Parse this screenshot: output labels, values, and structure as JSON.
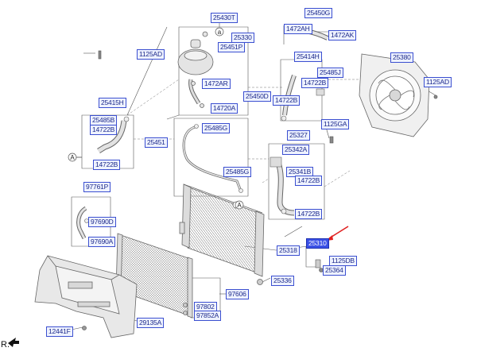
{
  "labels": {
    "l25430T": "25430T",
    "l25330": "25330",
    "l25451P": "25451P",
    "l1125AD_left": "1125AD",
    "l1472AR": "1472AR",
    "l25450D": "25450D",
    "l14720A": "14720A",
    "l25450G": "25450G",
    "l1472AH": "1472AH",
    "l1472AK": "1472AK",
    "l25414H": "25414H",
    "l25485J": "25485J",
    "l14722B_a": "14722B",
    "l14722B_b": "14722B",
    "l25380": "25380",
    "l1125AD_right": "1125AD",
    "l25415H": "25415H",
    "l25485B": "25485B",
    "l14722B_c": "14722B",
    "l14722B_d": "14722B",
    "l1125GA": "1125GA",
    "l25451": "25451",
    "l25485G_a": "25485G",
    "l25485G_b": "25485G",
    "l25327": "25327",
    "l25342A": "25342A",
    "l25341B": "25341B",
    "l14722B_e": "14722B",
    "l14722B_f": "14722B",
    "l97761P": "97761P",
    "l97690D": "97690D",
    "l97690A": "97690A",
    "l25310": "25310",
    "l25318": "25318",
    "l1125DB": "1125DB",
    "l25364": "25364",
    "l25336": "25336",
    "l97606": "97606",
    "l97802": "97802",
    "l97852A": "97852A",
    "l29135A": "29135A",
    "l12441F": "12441F"
  },
  "callouts": {
    "circle_a1": "a",
    "circle_a2": "A",
    "circle_a3": "A"
  },
  "corner_text": "R.",
  "colors": {
    "label_border": "#3b4fd0",
    "label_bg": "#eef2ff",
    "highlight": "#3a50e6",
    "arrow": "#e02020",
    "line": "#444444",
    "part": "#8a8a8a"
  }
}
